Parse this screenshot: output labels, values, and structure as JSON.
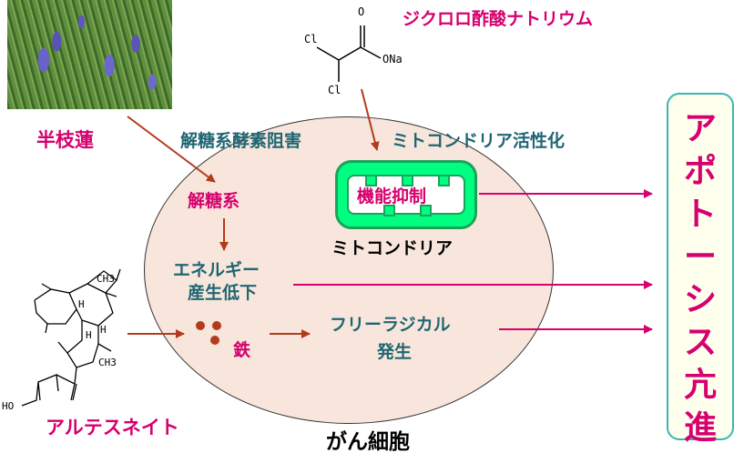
{
  "colors": {
    "label_magenta": "#d6006e",
    "label_teal": "#1f6673",
    "arrow_magenta": "#d6006e",
    "arrow_brown": "#b33a1c",
    "cell_fill": "#f8e6dc",
    "mito_green": "#00ff80",
    "apoptosis_box_border": "#3ab6b0"
  },
  "compounds": {
    "dca_label": "ジクロロ酢酸ナトリウム",
    "dca_atoms": {
      "o": "O",
      "cl_left": "Cl",
      "ona": "ONa",
      "cl_bottom": "Cl"
    },
    "artesunate_label": "アルテスネイト",
    "artesunate_atoms": {
      "h1": "H",
      "h2": "H",
      "h3": "H",
      "ch3_top": "CH3",
      "ch3_bot": "CH3",
      "ho": "HO"
    }
  },
  "plant": {
    "label": "半枝蓮",
    "photo_icon": "scutellaria-plant-photo"
  },
  "labels": {
    "glycolytic_enzyme_inhibition": "解糖系酵素阻害",
    "mitochondria_activation": "ミトコンドリア活性化",
    "mito_function_suppression": "機能抑制",
    "mitochondria": "ミトコンドリア",
    "glycolysis": "解糖系",
    "energy_line1": "エネルギー",
    "energy_line2": "産生低下",
    "iron": "鉄",
    "free_radical_line1": "フリーラジカル",
    "free_radical_line2": "発生",
    "cancer_cell": "がん細胞",
    "apoptosis": [
      "ア",
      "ポ",
      "ト",
      "ー",
      "シ",
      "ス",
      "亢",
      "進"
    ]
  }
}
